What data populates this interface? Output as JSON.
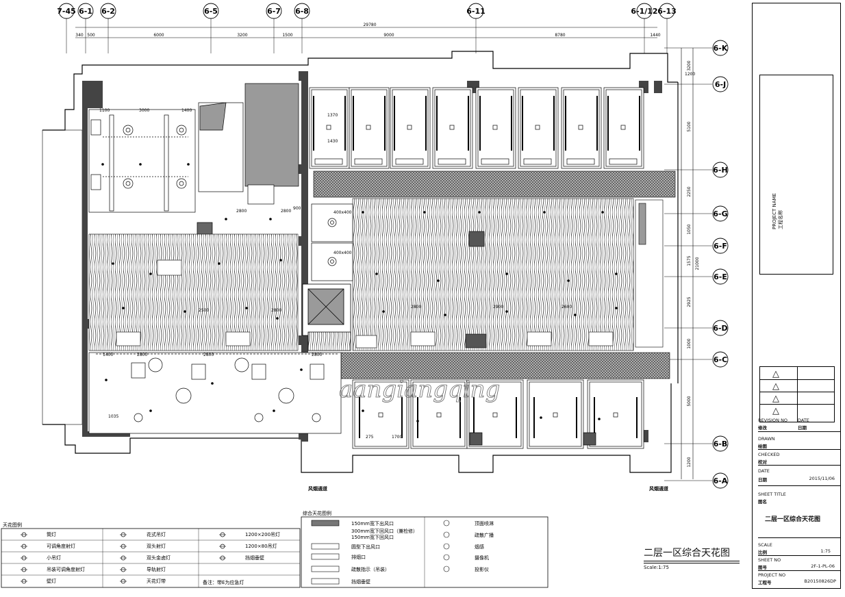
{
  "grid_top": {
    "labels": [
      "7-45",
      "6-1",
      "6-2",
      "6-5",
      "6-7",
      "6-8",
      "6-11",
      "6-1/12",
      "6-13"
    ],
    "dims": [
      "340",
      "500",
      "6000",
      "3200",
      "1500",
      "9000",
      "8780",
      "1440"
    ],
    "overall": "29780"
  },
  "grid_right": {
    "labels": [
      "6-K",
      "6-J",
      "6-H",
      "6-G",
      "6-F",
      "6-E",
      "6-D",
      "6-C",
      "6-B",
      "6-A"
    ],
    "dims": [
      "3200",
      "5100",
      "2250",
      "1050",
      "1575",
      "2925",
      "1000",
      "5000",
      "1200"
    ],
    "overall": "21000"
  },
  "plan_dims": [
    "1100",
    "3000",
    "1400",
    "2800",
    "2800",
    "900",
    "1400",
    "2800",
    "2800",
    "2800",
    "1370",
    "1430",
    "1035",
    "2800",
    "275",
    "1700",
    "1200",
    "400x400",
    "400x400",
    "2500",
    "2800",
    "2900",
    "2600"
  ],
  "watermark": "aangiangqing",
  "riser_labels": [
    "风烟通道",
    "风烟通道"
  ],
  "legend_left": {
    "title": "天花图例",
    "items": [
      {
        "sym": "筒灯"
      },
      {
        "sym": "可调角度射灯"
      },
      {
        "sym": "小吊灯"
      },
      {
        "sym": "吊装可调角度射灯"
      },
      {
        "sym": "壁灯"
      },
      {
        "sym": "花式吊灯"
      },
      {
        "sym": "双头射灯"
      },
      {
        "sym": "双头金卤灯"
      },
      {
        "sym": "导轨射灯"
      },
      {
        "sym": "天花灯带"
      },
      {
        "sym": "1200×200吊灯"
      },
      {
        "sym": "1200×80吊灯"
      },
      {
        "sym": "挡烟垂壁"
      }
    ],
    "note": "备注：带E为应急灯"
  },
  "legend_right": {
    "title": "综合天花图例",
    "items": [
      "150mm宽下出风口",
      "300mm宽下回风口（兼检修）",
      "150mm宽下回风口",
      "圆型下出风口",
      "排烟口",
      "疏散指示（吊装）",
      "挡烟垂壁",
      "顶面喷淋",
      "疏散广播",
      "烟感",
      "摄像机",
      "投影仪"
    ]
  },
  "caption": {
    "title": "二层一区综合天花图",
    "scale": "Scale:1:75"
  },
  "title_block": {
    "project_name_en": "PROJECT NAME",
    "project_name_cn": "工程名称",
    "revision_no": "REVISION NO",
    "revision_cn": "修改",
    "date_en": "DATE",
    "date_cn": "日期",
    "drawn_en": "DRAWN",
    "drawn_cn": "绘图",
    "checked_en": "CHECKED",
    "checked_cn": "校对",
    "date2_en": "DATE",
    "date2_cn": "日期",
    "date_value": "2015/11/06",
    "sheet_title_en": "SHEET TITLE",
    "sheet_title_cn": "图名",
    "sheet_title_value": "二层一区综合天花图",
    "scale_en": "SCALE",
    "scale_cn": "比例",
    "scale_value": "1:75",
    "sheet_no_en": "SHEET NO",
    "sheet_no_cn": "图号",
    "sheet_no_value": "2F-1-PL-06",
    "project_no_en": "PROJECT NO",
    "project_no_cn": "工程号",
    "project_no_value": "B20150826DP"
  },
  "colors": {
    "line": "#000000",
    "shade": "#9a9a9a",
    "hatch": "#555555"
  }
}
